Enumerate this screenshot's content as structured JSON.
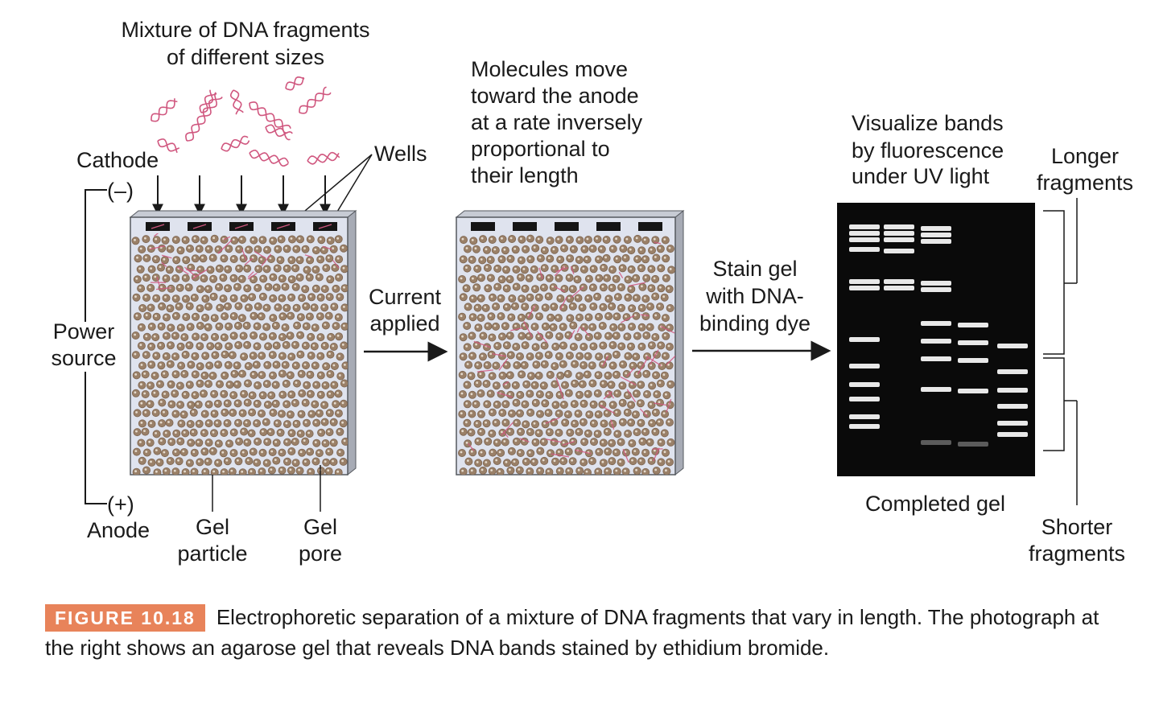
{
  "labels": {
    "mixture_line1": "Mixture of DNA fragments",
    "mixture_line2": "of different sizes",
    "cathode": "Cathode",
    "cathode_sign": "(–)",
    "wells": "Wells",
    "power_line1": "Power",
    "power_line2": "source",
    "anode_sign": "(+)",
    "anode": "Anode",
    "gel_particle_line1": "Gel",
    "gel_particle_line2": "particle",
    "gel_pore_line1": "Gel",
    "gel_pore_line2": "pore",
    "current_line1": "Current",
    "current_line2": "applied",
    "molecules_lines": [
      "Molecules move",
      "toward the anode",
      "at a rate inversely",
      "proportional to",
      "their length"
    ],
    "stain_lines": [
      "Stain gel",
      "with DNA-",
      "binding dye"
    ],
    "visualize_lines": [
      "Visualize bands",
      "by fluorescence",
      "under UV light"
    ],
    "longer_line1": "Longer",
    "longer_line2": "fragments",
    "shorter_line1": "Shorter",
    "shorter_line2": "fragments",
    "completed_gel": "Completed gel"
  },
  "caption": {
    "figure_tag": "FIGURE 10.18",
    "text": "Electrophoretic separation of a mixture of DNA fragments that vary in length. The photograph at the right shows an agarose gel that reveals DNA bands stained by ethidium bromide."
  },
  "colors": {
    "gel_fill": "#dfe3ee",
    "gel_particle": "#9a8068",
    "dna_fragment": "#d0577f",
    "photo_bg": "#0a0a0a",
    "band": "#f4f4f4",
    "fig_tag_bg": "#e8835a"
  }
}
